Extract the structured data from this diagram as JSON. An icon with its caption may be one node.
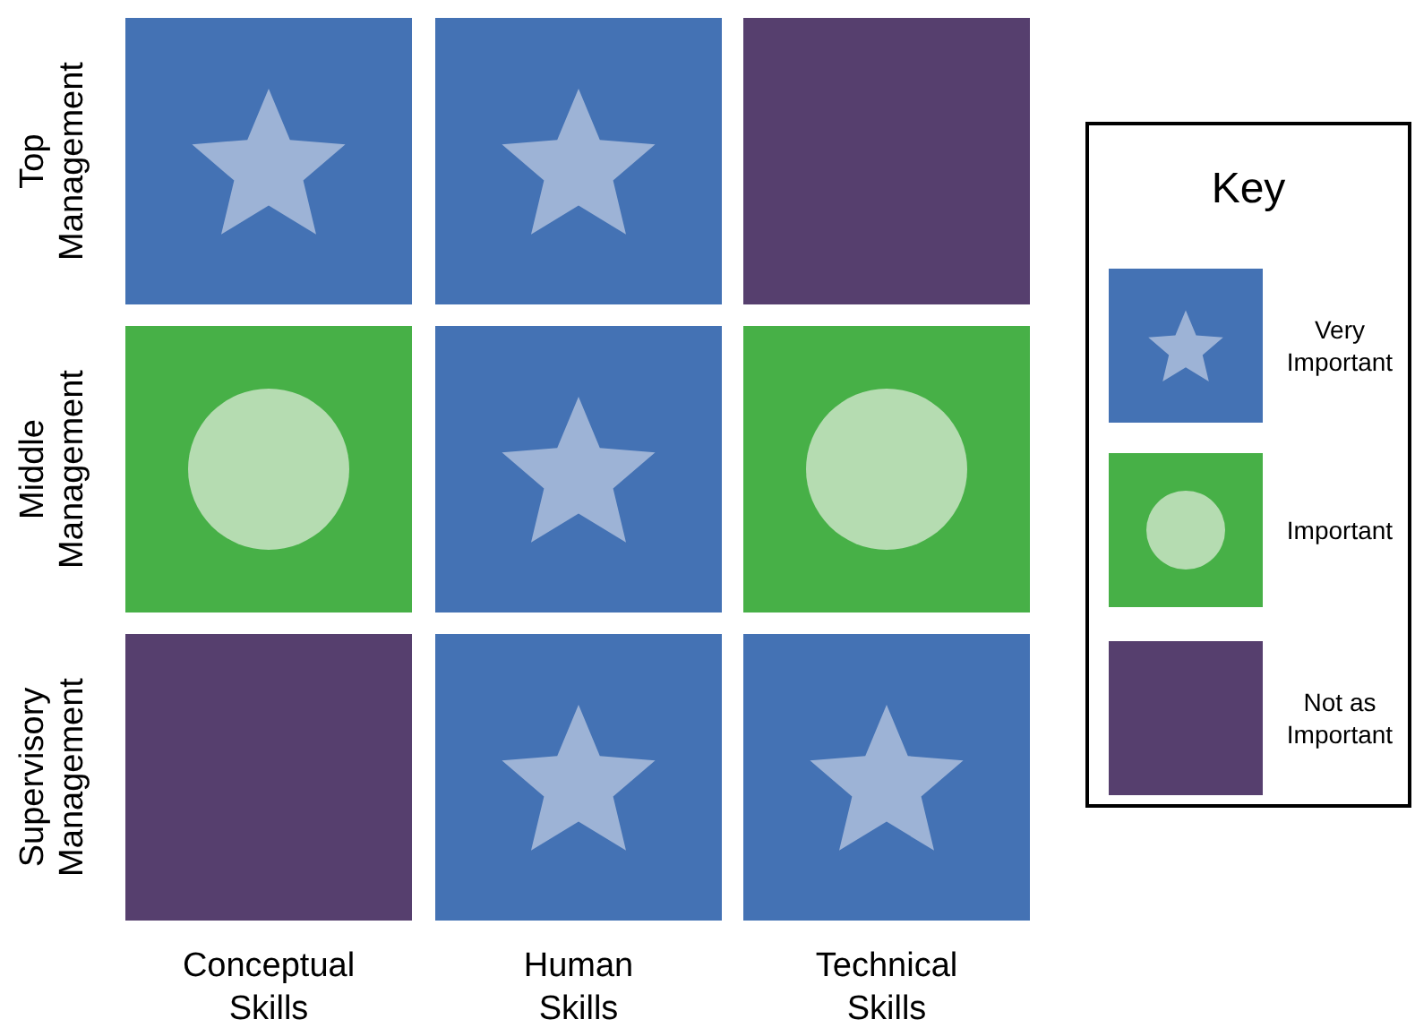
{
  "diagram": {
    "nodes": [
      {
        "text": [],
        "shape": "box"
      },
      {
        "text": [],
        "shape": "box"
      },
      {
        "text": [],
        "shape": "box"
      },
      {
        "text": [],
        "shape": "box"
      },
      {
        "text": [],
        "shape": "box"
      },
      {
        "text": [],
        "shape": "box"
      },
      {
        "text": [],
        "shape": "box"
      },
      {
        "text": [],
        "shape": "box"
      },
      {
        "text": [],
        "shape": "box"
      }
    ],
    "edges": [],
    "labels": [
      "Top Management",
      "Middle Management",
      "Supervisory Management",
      "Conceptual Skills",
      "Human Skills",
      "Technical Skills",
      "Key"
    ],
    "legend": [
      {
        "text": "Very Important",
        "color": "#4472b4"
      },
      {
        "text": "Important",
        "color": "#47b047"
      },
      {
        "text": "Not as Important",
        "color": "#563f6e"
      }
    ]
  }
}
